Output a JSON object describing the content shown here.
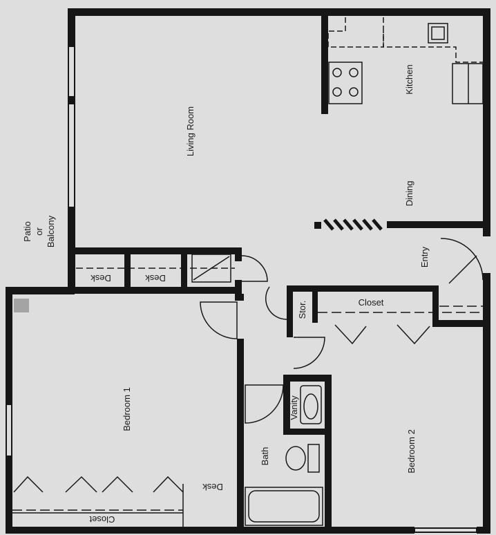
{
  "rooms": {
    "living_room": "Living Room",
    "kitchen": "Kitchen",
    "dining": "Dining",
    "patio_line1": "Patio",
    "patio_line2": "or",
    "patio_line3": "Balcony",
    "entry": "Entry",
    "closet_hall": "Closet",
    "storage": "Stor.",
    "desk_1": "Desk",
    "desk_2": "Desk",
    "desk_3": "Desk",
    "bedroom_1": "Bedroom 1",
    "vanity": "Vanity",
    "bath": "Bath",
    "bedroom_2": "Bedroom 2",
    "closet_bedroom1": "Closet"
  },
  "colors": {
    "wall": "#161616",
    "background": "#dedede"
  }
}
